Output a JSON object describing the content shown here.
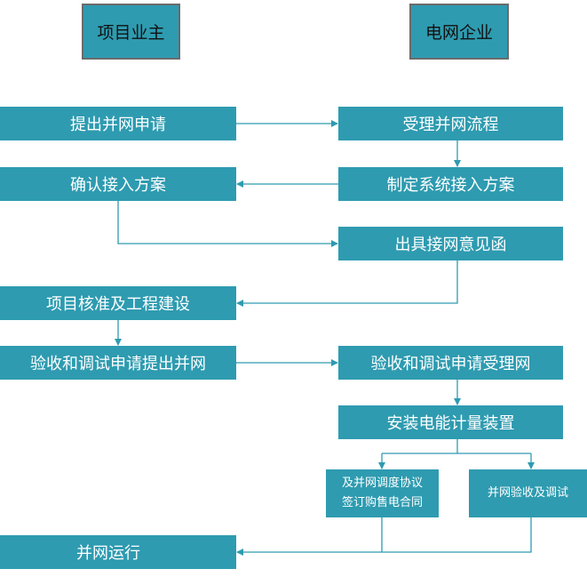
{
  "columns": {
    "owner": "项目业主",
    "grid": "电网企业"
  },
  "steps": {
    "apply": "提出并网申请",
    "accept_flow": "受理并网流程",
    "make_plan": "制定系统接入方案",
    "confirm_plan": "确认接入方案",
    "opinion_letter": "出具接网意见函",
    "approval_build": "项目核准及工程建设",
    "acceptance_apply": "验收和调试申请提出并网",
    "acceptance_accept": "验收和调试申请受理网",
    "install_meter": "安装电能计量装置",
    "sign_agreement_line1": "及并网调度协议",
    "sign_agreement_line2": "签订购售电合同",
    "grid_acceptance": "并网验收及调试",
    "operation": "并网运行"
  }
}
